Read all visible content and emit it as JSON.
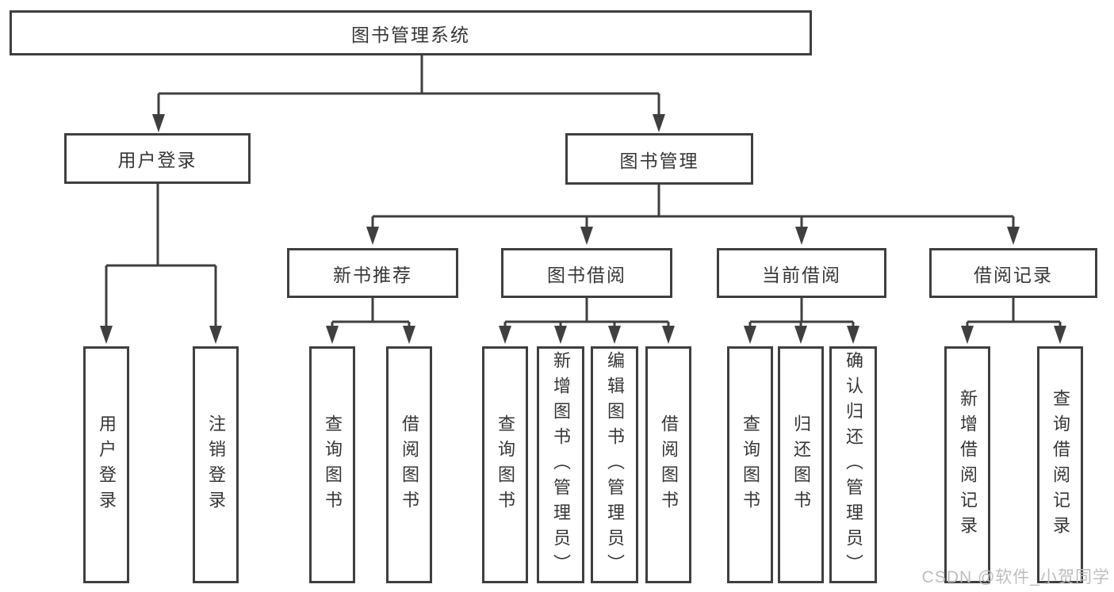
{
  "tree": {
    "label": "图书管理系统",
    "children": [
      {
        "label": "用户登录",
        "children": [
          {
            "label": "用户登录"
          },
          {
            "label": "注销登录"
          }
        ]
      },
      {
        "label": "图书管理",
        "children": [
          {
            "label": "新书推荐",
            "children": [
              {
                "label": "查询图书"
              },
              {
                "label": "借阅图书"
              }
            ]
          },
          {
            "label": "图书借阅",
            "children": [
              {
                "label": "查询图书"
              },
              {
                "label": "新增图书（管理员）"
              },
              {
                "label": "编辑图书（管理员）"
              },
              {
                "label": "借阅图书"
              }
            ]
          },
          {
            "label": "当前借阅",
            "children": [
              {
                "label": "查询图书"
              },
              {
                "label": "归还图书"
              },
              {
                "label": "确认归还（管理员）"
              }
            ]
          },
          {
            "label": "借阅记录",
            "children": [
              {
                "label": "新增借阅记录"
              },
              {
                "label": "查询借阅记录"
              }
            ]
          }
        ]
      }
    ]
  },
  "watermark": {
    "text": "CSDN @软件_小贺同学"
  },
  "colors": {
    "line": "#3f3f3f",
    "box_border": "#3f3f3f",
    "text": "#363636",
    "watermark": "#bdbdbd",
    "background": "#ffffff"
  }
}
